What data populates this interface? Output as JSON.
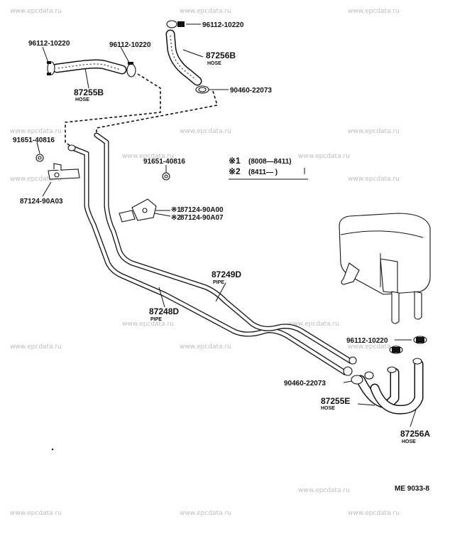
{
  "watermark": "www.epcdata.ru",
  "labels": {
    "clamp_tl_a": "96112-10220",
    "clamp_tl_b": "96112-10220",
    "clamp_top": "96112-10220",
    "hose_b_no": "87255B",
    "hose_b_name": "HOSE",
    "hose_top_no": "87256B",
    "hose_top_name": "HOSE",
    "clamp_90460_top": "90460-22073",
    "nut_left": "91651-40816",
    "nut_mid": "91651-40816",
    "bracket_left": "87124-90A03",
    "bracket_mid_1": "87124-90A00",
    "bracket_mid_2": "87124-90A07",
    "pipe_d_no": "87249D",
    "pipe_d_name": "PIPE",
    "pipe_248_no": "87248D",
    "pipe_248_name": "PIPE",
    "clamp_right": "96112-10220",
    "clamp_90460_bottom": "90460-22073",
    "hose_e_no": "87255E",
    "hose_e_name": "HOSE",
    "hose_a_no": "87256A",
    "hose_a_name": "HOSE",
    "footer_code": "ME  9033-8"
  },
  "legend": {
    "mark_1": "※1",
    "range_1": "(8008—8411)",
    "mark_2": "※2",
    "range_2": "(8411—      )"
  }
}
